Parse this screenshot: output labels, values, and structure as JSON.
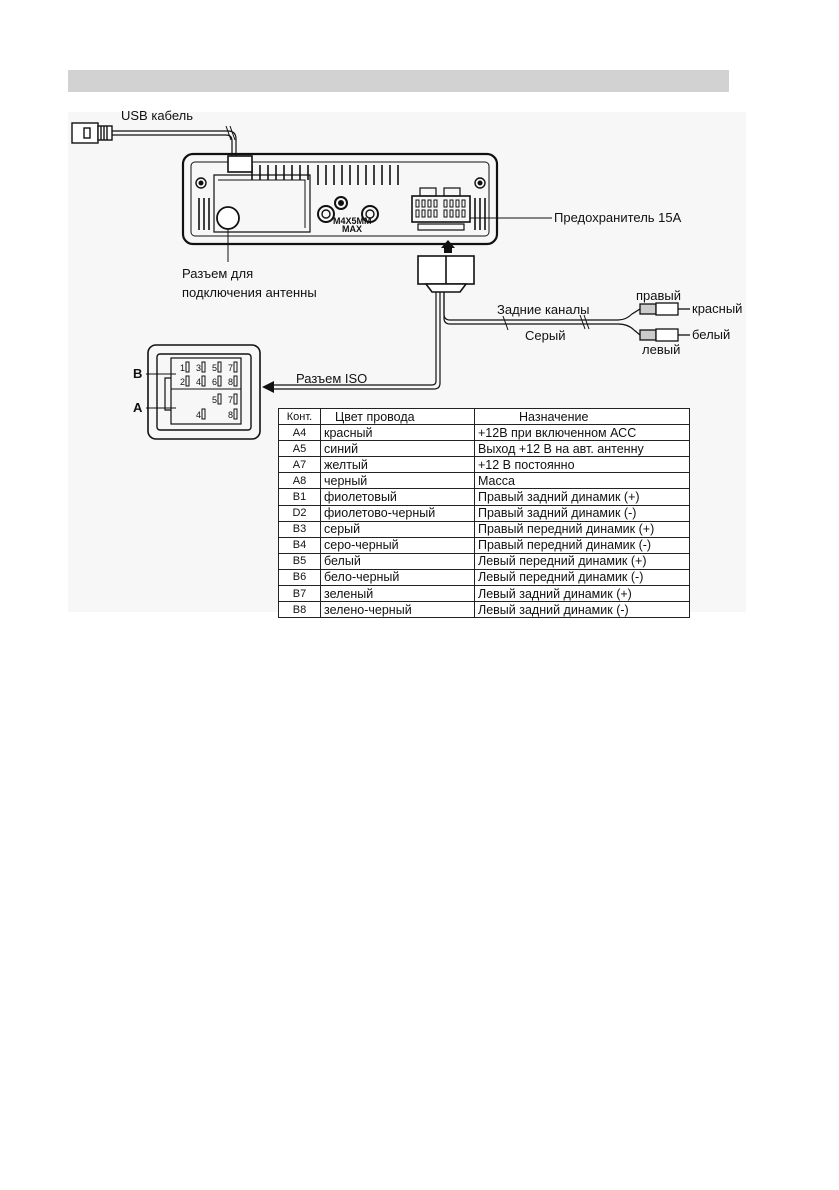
{
  "labels": {
    "usb_cable": "USB кабель",
    "fuse": "Предохранитель 15А",
    "antenna_line1": "Разъем для",
    "antenna_line2": "подключения антенны",
    "rear_channels": "Задние каналы",
    "gray": "Серый",
    "right": "правый",
    "left": "левый",
    "red": "красный",
    "white": "белый",
    "iso_connector": "Разъем ISO",
    "screw_note_1": "M4X5MM",
    "screw_note_2": "MAX",
    "connector_b": "B",
    "connector_a": "A"
  },
  "iso_pins": {
    "b_row1": [
      "1",
      "3",
      "5",
      "7"
    ],
    "b_row2": [
      "2",
      "4",
      "6",
      "8"
    ],
    "a_row1": [
      "5",
      "7"
    ],
    "a_row2": [
      "4",
      "8"
    ]
  },
  "table": {
    "headers": [
      "Конт.",
      "Цвет провода",
      "Назначение"
    ],
    "rows": [
      [
        "A4",
        "красный",
        "+12В при включенном АСС"
      ],
      [
        "A5",
        "синий",
        "Выход +12 В на авт. антенну"
      ],
      [
        "A7",
        "желтый",
        "+12 В постоянно"
      ],
      [
        "A8",
        "черный",
        "Масса"
      ],
      [
        "B1",
        "фиолетовый",
        "Правый задний динамик (+)"
      ],
      [
        "D2",
        "фиолетово-черный",
        "Правый задний динамик (-)"
      ],
      [
        "B3",
        "серый",
        "Правый передний динамик (+)"
      ],
      [
        "B4",
        "серо-черный",
        "Правый передний динамик (-)"
      ],
      [
        "B5",
        "белый",
        "Левый передний динамик (+)"
      ],
      [
        "B6",
        "бело-черный",
        "Левый передний динамик (-)"
      ],
      [
        "B7",
        "зеленый",
        "Левый задний динамик (+)"
      ],
      [
        "B8",
        "зелено-черный",
        "Левый задний динамик (-)"
      ]
    ]
  }
}
